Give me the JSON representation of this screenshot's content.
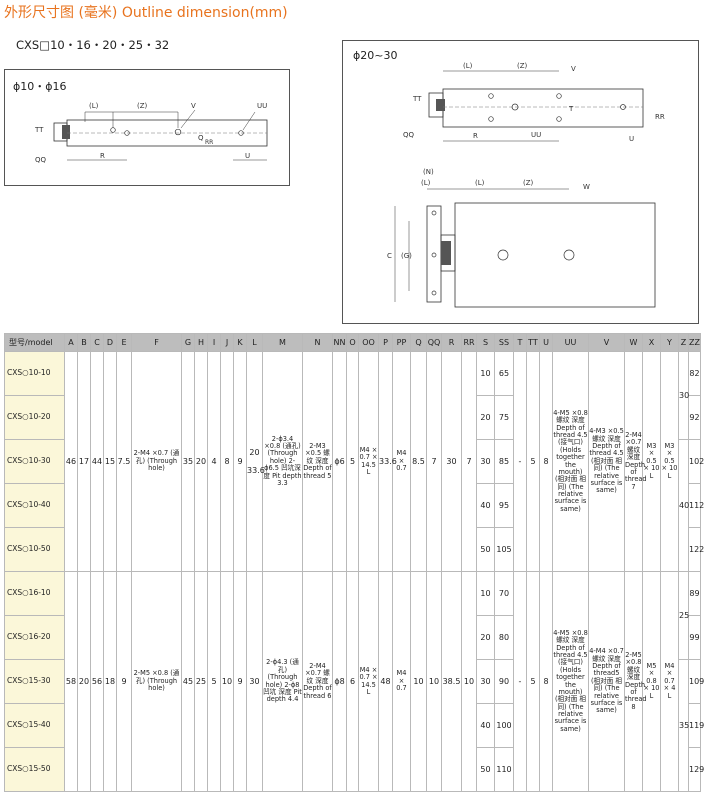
{
  "title": "外形尺寸图 (毫米) Outline dimension(mm)",
  "models_line": "CXS□10・16・20・25・32",
  "diagram_left": {
    "label": "ϕ10・ϕ16",
    "dims": {
      "L": "(L)",
      "Z": "(Z)",
      "V": "V",
      "UU": "UU",
      "TT": "TT",
      "Q": "Q",
      "RR": "RR",
      "QQ": "QQ",
      "R": "R",
      "U": "U"
    }
  },
  "diagram_right": {
    "label": "ϕ20~30",
    "dims": {
      "L": "(L)",
      "Z": "(Z)",
      "V": "V",
      "TT": "TT",
      "T": "T",
      "RR": "RR",
      "QQ": "QQ",
      "R": "R",
      "UU": "UU",
      "U": "U",
      "N": "(N)",
      "W": "W",
      "C": "C",
      "G": "(G)"
    }
  },
  "table": {
    "header": [
      "型号/model",
      "A",
      "B",
      "C",
      "D",
      "E",
      "F",
      "G",
      "H",
      "I",
      "J",
      "K",
      "L",
      "M",
      "N",
      "NN",
      "O",
      "OO",
      "P",
      "PP",
      "Q",
      "QQ",
      "R",
      "RR",
      "S",
      "SS",
      "T",
      "TT",
      "U",
      "UU",
      "V",
      "W",
      "X",
      "Y",
      "Z",
      "ZZ"
    ],
    "group1": {
      "models": [
        "CXS○10-10",
        "CXS○10-20",
        "CXS○10-30",
        "CXS○10-40",
        "CXS○10-50"
      ],
      "A": "46",
      "B": "17",
      "C": "44",
      "D": "15",
      "E": "7.5",
      "F": "2-M4 ×0.7 (通孔) (Through hole)",
      "G": "35",
      "H": "20",
      "I": "4",
      "J": "8",
      "K": "9",
      "L": "20",
      "Lb": "33.6",
      "M": "2-ϕ3.4 ×0.8 (通孔) (Through hole) 2-ϕ6.5 凹坑深度 Pit depth 3.3",
      "N": "2-M3 ×0.5 螺纹 深度 Depth of thread 5",
      "NN": "ϕ6",
      "O": "5",
      "OO": "M4 × 0.7 × 14.5 L",
      "P": "33.6",
      "PP": "M4 × 0.7",
      "Q": "8.5",
      "QQ": "7",
      "R": "30",
      "RR": "7",
      "S": [
        "10",
        "20",
        "30",
        "40",
        "50"
      ],
      "SS": [
        "65",
        "75",
        "85",
        "95",
        "105"
      ],
      "T": "-",
      "TT": "5",
      "U": "8",
      "UU": "4-M5 ×0.8 螺纹 深度 Depth of thread 4.5 (接气口) (Holds together the mouth) (相对面 相同) (The relative surface is same)",
      "V": "4-M3 ×0.5 螺纹 深度 Depth of thread 4.5 (相对面 相同) (The relative surface is same)",
      "W": "2-M4 ×0.7 螺纹 深度 Depth of thread 7",
      "X": "M3 × 0.5 × 10 L",
      "Y": "M3 × 0.5 × 10 L",
      "Z": [
        "30",
        "40"
      ],
      "ZZ": [
        "82",
        "92",
        "102",
        "112",
        "122"
      ]
    },
    "group2": {
      "models": [
        "CXS○16-10",
        "CXS○16-20",
        "CXS○15-30",
        "CXS○15-40",
        "CXS○15-50"
      ],
      "A": "58",
      "B": "20",
      "C": "56",
      "D": "18",
      "E": "9",
      "F": "2-M5 ×0.8 (通孔) (Through hole)",
      "G": "45",
      "H": "25",
      "I": "5",
      "J": "10",
      "K": "9",
      "L": "30",
      "M": "2-ϕ4.3 (通孔) (Through hole) 2-ϕ8 凹坑 深度 Pit depth 4.4",
      "N": "2-M4 ×0.7 螺纹 深度 Depth of thread 6",
      "NN": "ϕ8",
      "O": "6",
      "OO": "M4 × 0.7 × 14.5 L",
      "P": "48",
      "PP": "M4 × 0.7",
      "Q": "10",
      "QQ": "10",
      "R": "38.5",
      "RR": "10",
      "S": [
        "10",
        "20",
        "30",
        "40",
        "50"
      ],
      "SS": [
        "70",
        "80",
        "90",
        "100",
        "110"
      ],
      "T": "-",
      "TT": "5",
      "U": "8",
      "UU": "4-M5 ×0.8 螺纹 深度 Depth of thread 4.5 (接气口) (Holds together the mouth) (相对面 相同) (The relative surface is same)",
      "V": "4-M4 ×0.7 螺纹 深度 Depth of thread5 (相对面 相同) (The relative surface is same)",
      "W": "2-M5 ×0.8 螺纹 深度 Depth of thread 8",
      "X": "M5 × 0.8 × 10 L",
      "Y": "M4 × 0.7 × 4 L",
      "Z": [
        "25",
        "35"
      ],
      "ZZ": [
        "89",
        "99",
        "109",
        "119",
        "129"
      ]
    }
  }
}
